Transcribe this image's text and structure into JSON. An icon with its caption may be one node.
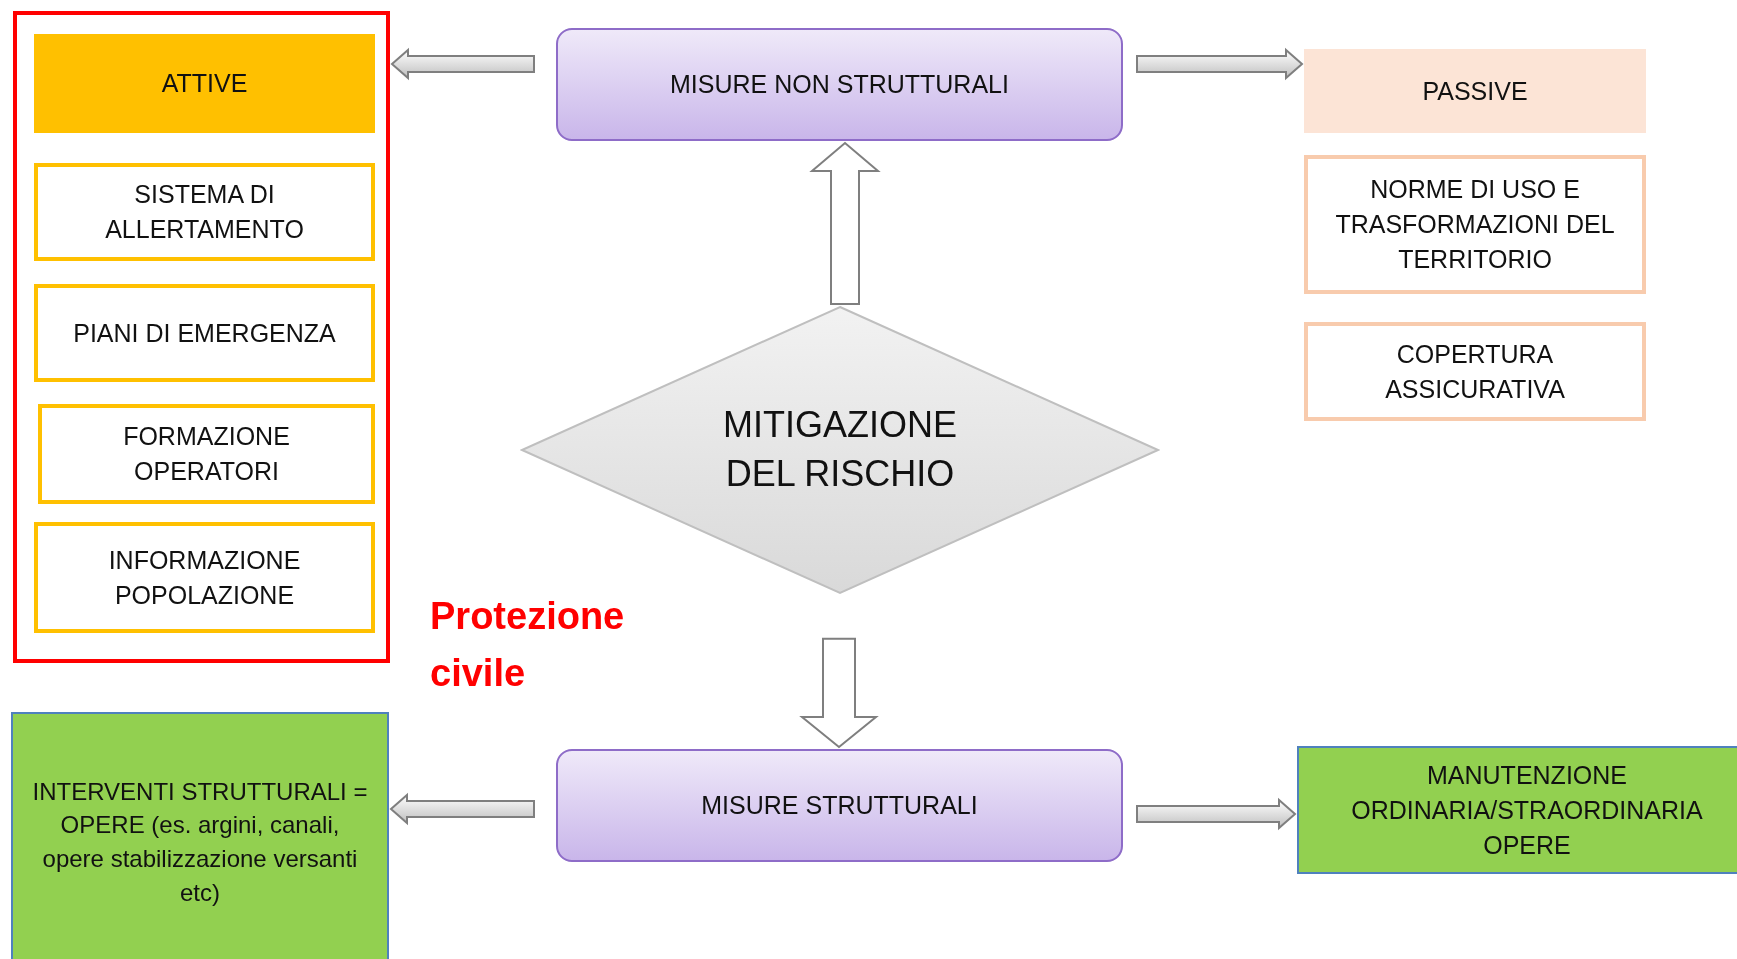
{
  "diagram": {
    "nodes": [
      {
        "text": [],
        "shape": "box"
      },
      {
        "text": [
          "ATTIVE"
        ],
        "in": 0
      },
      {
        "text": [
          "SISTEMA DI ALLERTAMENTO"
        ],
        "in": 0
      },
      {
        "text": [
          "PIANI DI EMERGENZA"
        ],
        "in": 0
      },
      {
        "text": [
          "FORMAZIONE OPERATORI"
        ],
        "in": 0
      },
      {
        "text": [
          "INFORMAZIONE POPOLAZIONE"
        ],
        "in": 0
      },
      {
        "text": [
          "MISURE NON STRUTTURALI"
        ]
      },
      {
        "text": [
          "PASSIVE"
        ]
      },
      {
        "text": [
          "NORME DI USO E TRASFORMAZIONI DEL TERRITORIO"
        ]
      },
      {
        "text": [
          "COPERTURA ASSICURATIVA"
        ]
      },
      {
        "text": [
          "MITIGAZIONE DEL RISCHIO"
        ]
      },
      {
        "text": [
          "INTERVENTI STRUTTURALI = OPERE (es. argini, canali, opere stabilizzazione versanti etc)"
        ]
      },
      {
        "text": [
          "MISURE STRUTTURALI"
        ]
      },
      {
        "text": [
          "MANUTENZIONE ORDINARIA/STRAORDINARIA OPERE"
        ]
      }
    ],
    "edges": [
      {
        "from": 6,
        "to": 0,
        "arrow": "to"
      },
      {
        "from": 6,
        "to": 7,
        "arrow": "to"
      },
      {
        "from": 10,
        "to": 6,
        "arrow": "to"
      },
      {
        "from": 10,
        "to": 12,
        "arrow": "to"
      },
      {
        "from": 12,
        "to": 11,
        "arrow": "to"
      },
      {
        "from": 12,
        "to": 13,
        "arrow": "to"
      }
    ],
    "labels": [
      "Protezione civile"
    ]
  }
}
